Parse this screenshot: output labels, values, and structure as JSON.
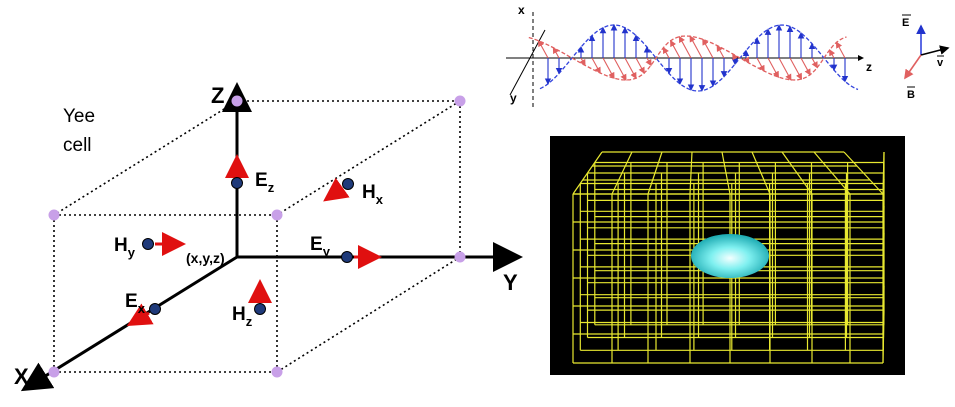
{
  "yee_cell": {
    "title_line1": "Yee",
    "title_line2": "cell",
    "axes": {
      "z": "Z",
      "y": "Y",
      "x": "X"
    },
    "origin_label": "(x,y,z)",
    "fields": {
      "ez": {
        "base": "E",
        "sub": "z"
      },
      "hx": {
        "base": "H",
        "sub": "x"
      },
      "hy": {
        "base": "H",
        "sub": "y"
      },
      "ey": {
        "base": "E",
        "sub": "y"
      },
      "ex": {
        "base": "E",
        "sub": "x"
      },
      "hz": {
        "base": "H",
        "sub": "z"
      }
    }
  },
  "wave": {
    "axis_x": "x",
    "axis_y": "y",
    "axis_z": "z"
  },
  "vector_triad": {
    "e": "E",
    "v": "v",
    "b": "B"
  },
  "mesh": {
    "description_visible": ""
  },
  "colors": {
    "e_field": "#3344dd",
    "h_field": "#e06060",
    "arrow_red": "#e01010",
    "node": "#c8a0e8",
    "dot_blue": "#1f3a7a",
    "mesh_line": "#e8e830",
    "mesh_bg": "#000000",
    "blob": "#5fe8e8"
  }
}
